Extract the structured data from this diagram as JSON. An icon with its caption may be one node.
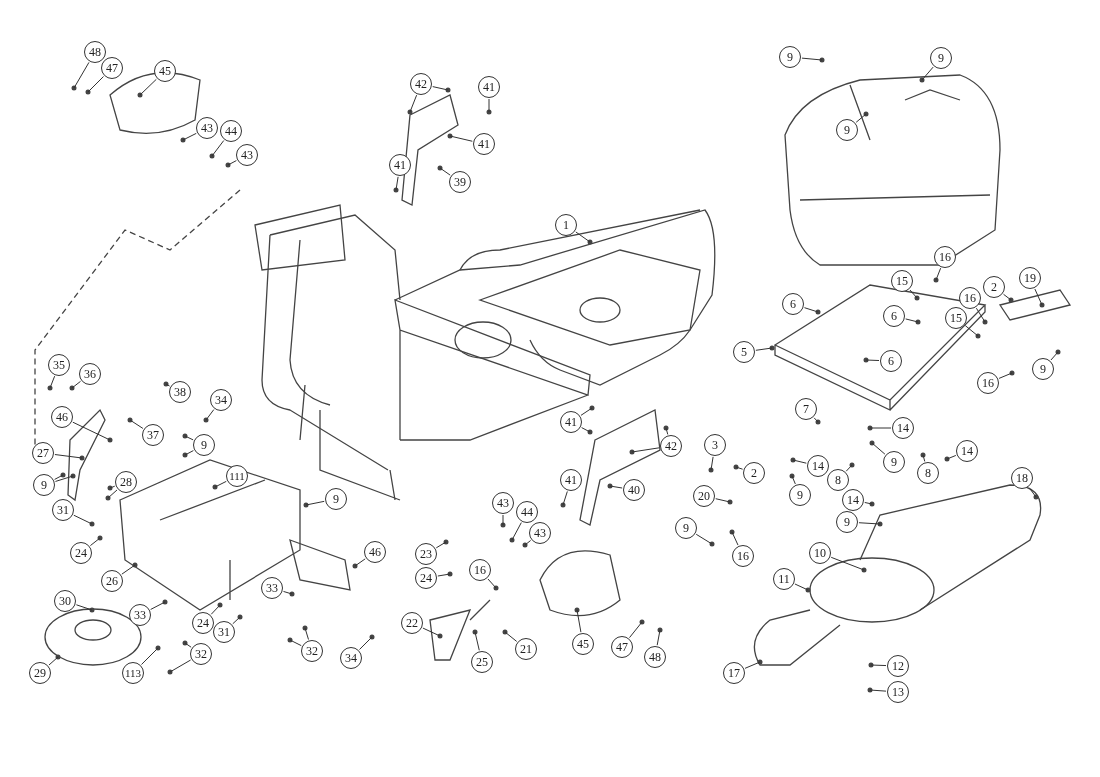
{
  "diagram": {
    "nodes": [
      {
        "text": [
          "48"
        ]
      },
      {
        "text": [
          "47"
        ]
      },
      {
        "text": [
          "45"
        ]
      },
      {
        "text": [
          "43"
        ]
      },
      {
        "text": [
          "44"
        ]
      },
      {
        "text": [
          "43"
        ]
      },
      {
        "text": [
          "42"
        ]
      },
      {
        "text": [
          "41"
        ]
      },
      {
        "text": [
          "41"
        ]
      },
      {
        "text": [
          "41"
        ]
      },
      {
        "text": [
          "39"
        ]
      },
      {
        "text": [
          "1"
        ]
      },
      {
        "text": [
          "9"
        ]
      },
      {
        "text": [
          "9"
        ]
      },
      {
        "text": [
          "9"
        ]
      },
      {
        "text": [
          "16"
        ]
      },
      {
        "text": [
          "15"
        ]
      },
      {
        "text": [
          "6"
        ]
      },
      {
        "text": [
          "16"
        ]
      },
      {
        "text": [
          "15"
        ]
      },
      {
        "text": [
          "2"
        ]
      },
      {
        "text": [
          "19"
        ]
      },
      {
        "text": [
          "6"
        ]
      },
      {
        "text": [
          "5"
        ]
      },
      {
        "text": [
          "6"
        ]
      },
      {
        "text": [
          "9"
        ]
      },
      {
        "text": [
          "16"
        ]
      },
      {
        "text": [
          "35"
        ]
      },
      {
        "text": [
          "36"
        ]
      },
      {
        "text": [
          "38"
        ]
      },
      {
        "text": [
          "34"
        ]
      },
      {
        "text": [
          "46"
        ]
      },
      {
        "text": [
          "37"
        ]
      },
      {
        "text": [
          "9"
        ]
      },
      {
        "text": [
          "7"
        ]
      },
      {
        "text": [
          "14"
        ]
      },
      {
        "text": [
          "41"
        ]
      },
      {
        "text": [
          "42"
        ]
      },
      {
        "text": [
          "3"
        ]
      },
      {
        "text": [
          "27"
        ]
      },
      {
        "text": [
          "14"
        ]
      },
      {
        "text": [
          "14"
        ]
      },
      {
        "text": [
          "9"
        ]
      },
      {
        "text": [
          "2"
        ]
      },
      {
        "text": [
          "8"
        ]
      },
      {
        "text": [
          "8"
        ]
      },
      {
        "text": [
          "111"
        ]
      },
      {
        "text": [
          "28"
        ]
      },
      {
        "text": [
          "9"
        ]
      },
      {
        "text": [
          "18"
        ]
      },
      {
        "text": [
          "41"
        ]
      },
      {
        "text": [
          "40"
        ]
      },
      {
        "text": [
          "20"
        ]
      },
      {
        "text": [
          "9"
        ]
      },
      {
        "text": [
          "9"
        ]
      },
      {
        "text": [
          "14"
        ]
      },
      {
        "text": [
          "43"
        ]
      },
      {
        "text": [
          "31"
        ]
      },
      {
        "text": [
          "44"
        ]
      },
      {
        "text": [
          "9"
        ]
      },
      {
        "text": [
          "9"
        ]
      },
      {
        "text": [
          "43"
        ]
      },
      {
        "text": [
          "10"
        ]
      },
      {
        "text": [
          "24"
        ]
      },
      {
        "text": [
          "23"
        ]
      },
      {
        "text": [
          "46"
        ]
      },
      {
        "text": [
          "16"
        ]
      },
      {
        "text": [
          "16"
        ]
      },
      {
        "text": [
          "24"
        ]
      },
      {
        "text": [
          "11"
        ]
      },
      {
        "text": [
          "26"
        ]
      },
      {
        "text": [
          "33"
        ]
      },
      {
        "text": [
          "30"
        ]
      },
      {
        "text": [
          "33"
        ]
      },
      {
        "text": [
          "24"
        ]
      },
      {
        "text": [
          "22"
        ]
      },
      {
        "text": [
          "31"
        ]
      },
      {
        "text": [
          "45"
        ]
      },
      {
        "text": [
          "47"
        ]
      },
      {
        "text": [
          "21"
        ]
      },
      {
        "text": [
          "32"
        ]
      },
      {
        "text": [
          "32"
        ]
      },
      {
        "text": [
          "48"
        ]
      },
      {
        "text": [
          "25"
        ]
      },
      {
        "text": [
          "34"
        ]
      },
      {
        "text": [
          "12"
        ]
      },
      {
        "text": [
          "13"
        ]
      },
      {
        "text": [
          "29"
        ]
      },
      {
        "text": [
          "113"
        ]
      },
      {
        "text": [
          "17"
        ]
      }
    ],
    "edges": [
      {
        "from": 0,
        "to": null,
        "arrow": "none"
      },
      {
        "from": 1,
        "to": null,
        "arrow": "none"
      },
      {
        "from": 2,
        "to": null,
        "arrow": "none"
      },
      {
        "from": 3,
        "to": null,
        "arrow": "none"
      },
      {
        "from": 4,
        "to": null,
        "arrow": "none"
      },
      {
        "from": 5,
        "to": null,
        "arrow": "none"
      },
      {
        "from": 6,
        "to": null,
        "arrow": "none"
      },
      {
        "from": 6,
        "to": null,
        "arrow": "none"
      },
      {
        "from": 7,
        "to": null,
        "arrow": "none"
      },
      {
        "from": 8,
        "to": null,
        "arrow": "none"
      },
      {
        "from": 9,
        "to": null,
        "arrow": "none"
      },
      {
        "from": 10,
        "to": null,
        "arrow": "none"
      },
      {
        "from": 11,
        "to": null,
        "arrow": "none"
      },
      {
        "from": 12,
        "to": null,
        "arrow": "none"
      },
      {
        "from": 13,
        "to": null,
        "arrow": "none"
      },
      {
        "from": 14,
        "to": null,
        "arrow": "none"
      },
      {
        "from": 15,
        "to": null,
        "arrow": "none"
      },
      {
        "from": 16,
        "to": null,
        "arrow": "none"
      },
      {
        "from": 17,
        "to": null,
        "arrow": "none"
      },
      {
        "from": 18,
        "to": null,
        "arrow": "none"
      },
      {
        "from": 19,
        "to": null,
        "arrow": "none"
      },
      {
        "from": 20,
        "to": null,
        "arrow": "none"
      },
      {
        "from": 21,
        "to": null,
        "arrow": "none"
      },
      {
        "from": 22,
        "to": null,
        "arrow": "none"
      },
      {
        "from": 23,
        "to": null,
        "arrow": "none"
      },
      {
        "from": 24,
        "to": null,
        "arrow": "none"
      },
      {
        "from": 25,
        "to": null,
        "arrow": "none"
      },
      {
        "from": 26,
        "to": null,
        "arrow": "none"
      },
      {
        "from": 27,
        "to": null,
        "arrow": "none"
      },
      {
        "from": 28,
        "to": null,
        "arrow": "none"
      },
      {
        "from": 29,
        "to": null,
        "arrow": "none"
      },
      {
        "from": 30,
        "to": null,
        "arrow": "none"
      },
      {
        "from": 31,
        "to": null,
        "arrow": "none"
      },
      {
        "from": 32,
        "to": null,
        "arrow": "none"
      },
      {
        "from": 33,
        "to": null,
        "arrow": "none"
      },
      {
        "from": 33,
        "to": null,
        "arrow": "none"
      },
      {
        "from": 34,
        "to": null,
        "arrow": "none"
      },
      {
        "from": 35,
        "to": null,
        "arrow": "none"
      },
      {
        "from": 36,
        "to": null,
        "arrow": "none"
      },
      {
        "from": 36,
        "to": null,
        "arrow": "none"
      },
      {
        "from": 37,
        "to": null,
        "arrow": "none"
      },
      {
        "from": 37,
        "to": null,
        "arrow": "none"
      },
      {
        "from": 38,
        "to": null,
        "arrow": "none"
      },
      {
        "from": 39,
        "to": null,
        "arrow": "none"
      },
      {
        "from": 40,
        "to": null,
        "arrow": "none"
      },
      {
        "from": 41,
        "to": null,
        "arrow": "none"
      },
      {
        "from": 42,
        "to": null,
        "arrow": "none"
      },
      {
        "from": 43,
        "to": null,
        "arrow": "none"
      },
      {
        "from": 44,
        "to": null,
        "arrow": "none"
      },
      {
        "from": 45,
        "to": null,
        "arrow": "none"
      },
      {
        "from": 46,
        "to": null,
        "arrow": "none"
      },
      {
        "from": 47,
        "to": null,
        "arrow": "none"
      },
      {
        "from": 47,
        "to": null,
        "arrow": "none"
      },
      {
        "from": 48,
        "to": null,
        "arrow": "none"
      },
      {
        "from": 48,
        "to": null,
        "arrow": "none"
      },
      {
        "from": 49,
        "to": null,
        "arrow": "none"
      },
      {
        "from": 50,
        "to": null,
        "arrow": "none"
      },
      {
        "from": 51,
        "to": null,
        "arrow": "none"
      },
      {
        "from": 52,
        "to": null,
        "arrow": "none"
      },
      {
        "from": 53,
        "to": null,
        "arrow": "none"
      },
      {
        "from": 54,
        "to": null,
        "arrow": "none"
      },
      {
        "from": 55,
        "to": null,
        "arrow": "none"
      },
      {
        "from": 56,
        "to": null,
        "arrow": "none"
      },
      {
        "from": 57,
        "to": null,
        "arrow": "none"
      },
      {
        "from": 58,
        "to": null,
        "arrow": "none"
      },
      {
        "from": 59,
        "to": null,
        "arrow": "none"
      },
      {
        "from": 60,
        "to": null,
        "arrow": "none"
      },
      {
        "from": 61,
        "to": null,
        "arrow": "none"
      },
      {
        "from": 62,
        "to": null,
        "arrow": "none"
      },
      {
        "from": 63,
        "to": null,
        "arrow": "none"
      },
      {
        "from": 64,
        "to": null,
        "arrow": "none"
      },
      {
        "from": 65,
        "to": null,
        "arrow": "none"
      },
      {
        "from": 66,
        "to": null,
        "arrow": "none"
      },
      {
        "from": 67,
        "to": null,
        "arrow": "none"
      },
      {
        "from": 68,
        "to": null,
        "arrow": "none"
      },
      {
        "from": 69,
        "to": null,
        "arrow": "none"
      },
      {
        "from": 70,
        "to": null,
        "arrow": "none"
      },
      {
        "from": 71,
        "to": null,
        "arrow": "none"
      },
      {
        "from": 72,
        "to": null,
        "arrow": "none"
      },
      {
        "from": 73,
        "to": null,
        "arrow": "none"
      },
      {
        "from": 74,
        "to": null,
        "arrow": "none"
      },
      {
        "from": 75,
        "to": null,
        "arrow": "none"
      },
      {
        "from": 76,
        "to": null,
        "arrow": "none"
      },
      {
        "from": 77,
        "to": null,
        "arrow": "none"
      },
      {
        "from": 78,
        "to": null,
        "arrow": "none"
      },
      {
        "from": 79,
        "to": null,
        "arrow": "none"
      },
      {
        "from": 80,
        "to": null,
        "arrow": "none"
      },
      {
        "from": 80,
        "to": null,
        "arrow": "none"
      },
      {
        "from": 81,
        "to": null,
        "arrow": "none"
      },
      {
        "from": 81,
        "to": null,
        "arrow": "none"
      },
      {
        "from": 82,
        "to": null,
        "arrow": "none"
      },
      {
        "from": 83,
        "to": null,
        "arrow": "none"
      },
      {
        "from": 84,
        "to": null,
        "arrow": "none"
      },
      {
        "from": 85,
        "to": null,
        "arrow": "none"
      },
      {
        "from": 86,
        "to": null,
        "arrow": "none"
      },
      {
        "from": 87,
        "to": null,
        "arrow": "none"
      },
      {
        "from": 88,
        "to": null,
        "arrow": "none"
      },
      {
        "from": 89,
        "to": null,
        "arrow": "none"
      }
    ]
  }
}
